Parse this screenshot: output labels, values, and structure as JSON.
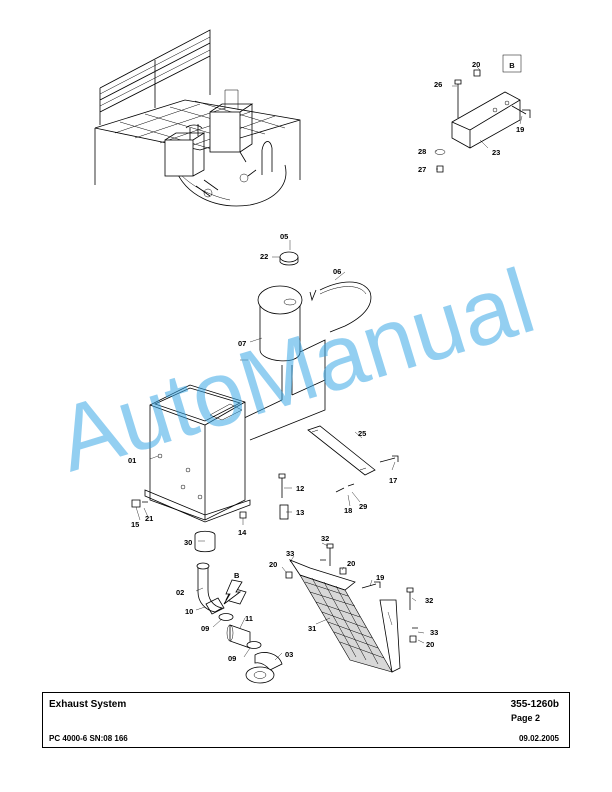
{
  "detail_view": {
    "label": "B"
  },
  "view_pointer": {
    "label": "B"
  },
  "part_labels": {
    "p01": "01",
    "p02": "02",
    "p03": "03",
    "p05": "05",
    "p06": "06",
    "p07": "07",
    "p09a": "09",
    "p09b": "09",
    "p10": "10",
    "p11": "11",
    "p12": "12",
    "p13": "13",
    "p14": "14",
    "p15": "15",
    "p17": "17",
    "p18": "18",
    "p19a": "19",
    "p19b": "19",
    "p20a": "20",
    "p20b": "20",
    "p20c": "20",
    "p20d": "20",
    "p21": "21",
    "p22": "22",
    "p23": "23",
    "p25": "25",
    "p26": "26",
    "p27": "27",
    "p28": "28",
    "p29": "29",
    "p30": "30",
    "p31": "31",
    "p32a": "32",
    "p32b": "32",
    "p33a": "33",
    "p33b": "33"
  },
  "watermark": {
    "text": "AutoManual",
    "color": "#3aa8e6"
  },
  "title_block": {
    "title": "Exhaust System",
    "document_number": "355-1260b",
    "page": "Page 2",
    "model": "PC 4000-6 SN:08 166",
    "date": "09.02.2005"
  }
}
